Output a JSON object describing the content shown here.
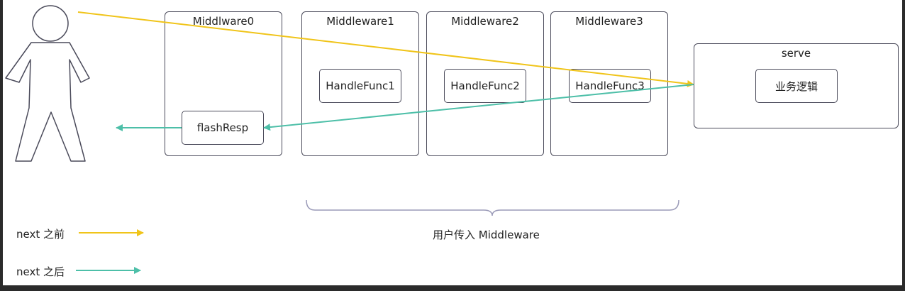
{
  "middlewares": [
    {
      "title": "Middlware0",
      "inner": "flashResp"
    },
    {
      "title": "Middleware1",
      "inner": "HandleFunc1"
    },
    {
      "title": "Middleware2",
      "inner": "HandleFunc2"
    },
    {
      "title": "Middleware3",
      "inner": "HandleFunc3"
    }
  ],
  "serve": {
    "title": "serve",
    "inner": "业务逻辑"
  },
  "brace_label": "用户传入 Middleware",
  "legend": [
    {
      "label": "next 之前",
      "color": "#f0c419"
    },
    {
      "label": "next 之后",
      "color": "#4dbfa8"
    }
  ],
  "colors": {
    "before": "#f0c419",
    "after": "#4dbfa8",
    "stroke": "#4a4a5a"
  },
  "icons": {
    "user": "person-outline-icon"
  }
}
